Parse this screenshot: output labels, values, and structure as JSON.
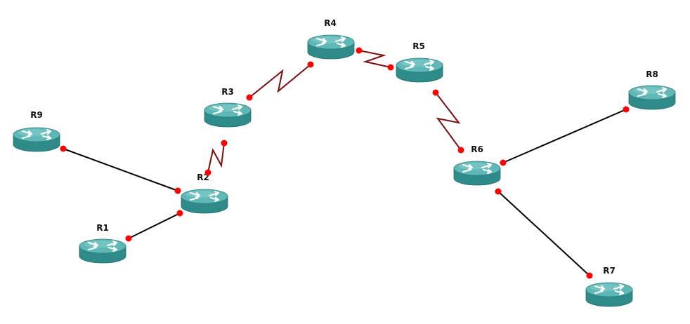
{
  "colors": {
    "serial_link": "#7a0f0f",
    "ethernet_link": "#000000",
    "port_dot": "#ff0000",
    "router_top": "#5fb8b6",
    "router_side": "#2e8b89",
    "router_arrows": "#ffffff"
  },
  "routers": [
    {
      "id": "R1",
      "label": "R1",
      "icon": "router-icon"
    },
    {
      "id": "R2",
      "label": "R2",
      "icon": "router-icon"
    },
    {
      "id": "R3",
      "label": "R3",
      "icon": "router-icon"
    },
    {
      "id": "R4",
      "label": "R4",
      "icon": "router-icon"
    },
    {
      "id": "R5",
      "label": "R5",
      "icon": "router-icon"
    },
    {
      "id": "R6",
      "label": "R6",
      "icon": "router-icon"
    },
    {
      "id": "R7",
      "label": "R7",
      "icon": "router-icon"
    },
    {
      "id": "R8",
      "label": "R8",
      "icon": "router-icon"
    },
    {
      "id": "R9",
      "label": "R9",
      "icon": "router-icon"
    }
  ],
  "links": [
    {
      "from": "R9",
      "to": "R2",
      "type": "ethernet"
    },
    {
      "from": "R1",
      "to": "R2",
      "type": "ethernet"
    },
    {
      "from": "R2",
      "to": "R3",
      "type": "serial"
    },
    {
      "from": "R3",
      "to": "R4",
      "type": "serial"
    },
    {
      "from": "R4",
      "to": "R5",
      "type": "serial"
    },
    {
      "from": "R5",
      "to": "R6",
      "type": "serial"
    },
    {
      "from": "R6",
      "to": "R8",
      "type": "ethernet"
    },
    {
      "from": "R6",
      "to": "R7",
      "type": "ethernet"
    }
  ]
}
